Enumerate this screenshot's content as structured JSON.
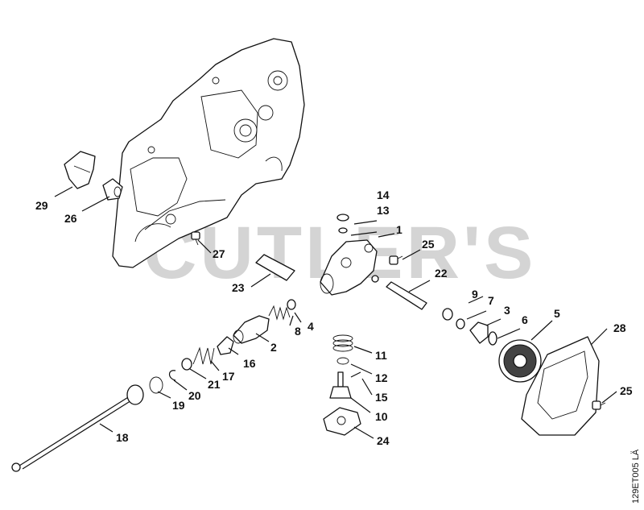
{
  "watermark": "CUTLER'S",
  "drawing_code": "129ET005 LÄ",
  "callouts": {
    "c1": "1",
    "c2": "2",
    "c3": "3",
    "c4": "4",
    "c5": "5",
    "c6": "6",
    "c7": "7",
    "c8": "8",
    "c9": "9",
    "c10": "10",
    "c11": "11",
    "c12": "12",
    "c13": "13",
    "c14": "14",
    "c15": "15",
    "c16": "16",
    "c17": "17",
    "c18": "18",
    "c19": "19",
    "c20": "20",
    "c21": "21",
    "c22": "22",
    "c23": "23",
    "c24": "24",
    "c25a": "25",
    "c25b": "25",
    "c26": "26",
    "c27": "27",
    "c28": "28",
    "c29": "29"
  }
}
